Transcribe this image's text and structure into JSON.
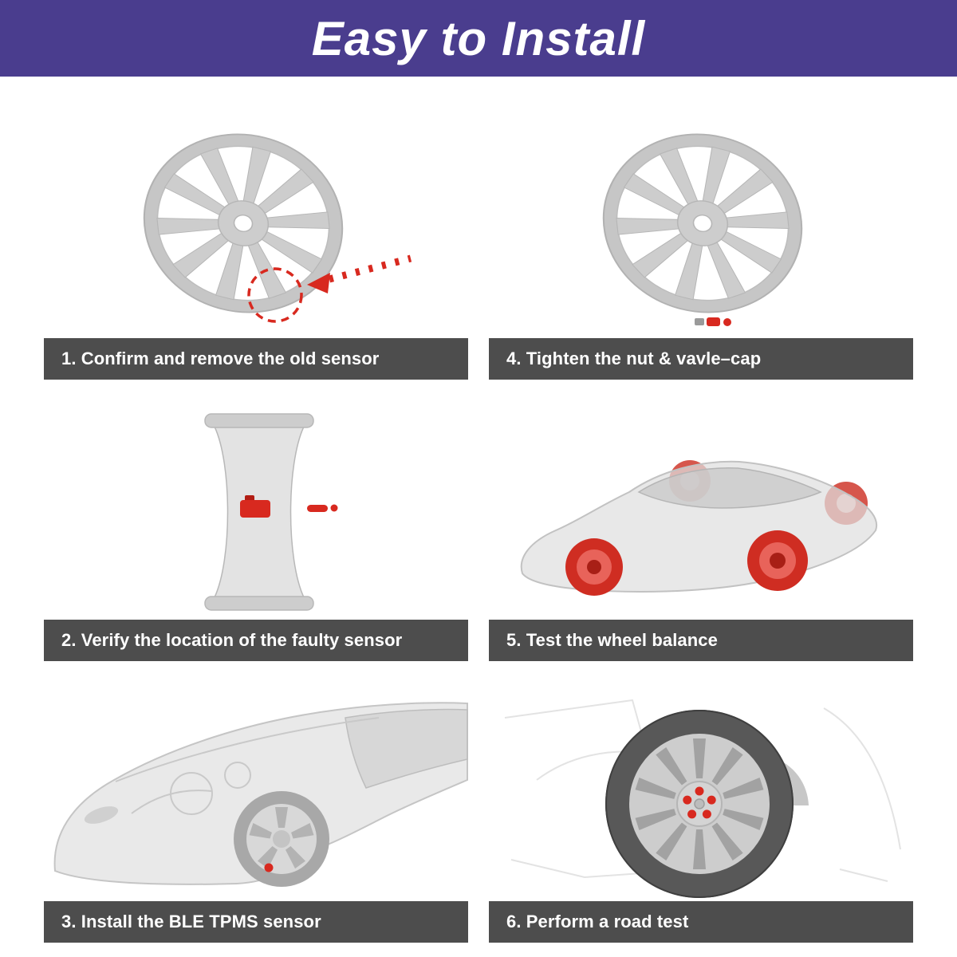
{
  "header": {
    "title": "Easy to Install"
  },
  "colors": {
    "header_bg": "#4a3d8e",
    "caption_bg": "#4d4d4d",
    "accent_red": "#d8291f",
    "wheel_gray": "#cdcdcd"
  },
  "steps": {
    "step1": {
      "number": "1",
      "caption": "1. Confirm and remove the old sensor",
      "illustration": "alloy-wheel-with-red-dashed-circle-and-arrow"
    },
    "step2": {
      "number": "2",
      "caption": "2. Verify the location of the faulty sensor",
      "illustration": "rim-side-view-with-red-tpms-sensor"
    },
    "step3": {
      "number": "3",
      "caption": "3. Install the BLE TPMS sensor",
      "illustration": "transparent-car-front-with-wheel-and-sensor"
    },
    "step4": {
      "number": "4",
      "caption": "4. Tighten the nut & vavle–cap",
      "illustration": "alloy-wheel-with-red-valve-cap"
    },
    "step5": {
      "number": "5",
      "caption": "5. Test the wheel balance",
      "illustration": "transparent-car-with-red-wheels"
    },
    "step6": {
      "number": "6",
      "caption": "6. Perform a road test",
      "illustration": "wheel-closeup-with-red-lug-nuts"
    }
  }
}
